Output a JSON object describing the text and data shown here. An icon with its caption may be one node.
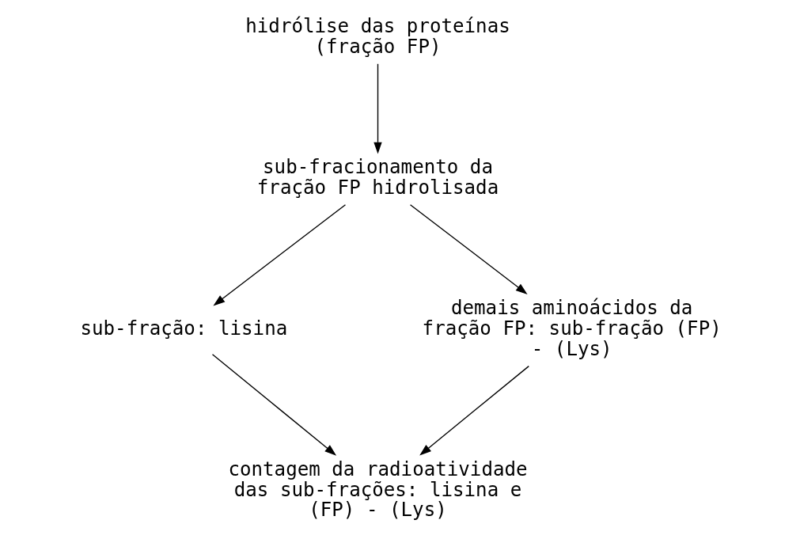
{
  "diagram": {
    "nodes": [
      {
        "text": [
          "hidrólise das proteínas (fração FP)"
        ]
      },
      {
        "text": [
          "sub-fracionamento da fração FP hidrolisada"
        ]
      },
      {
        "text": [
          "sub-fração: lisina"
        ]
      },
      {
        "text": [
          "demais aminoácidos da fração FP: sub-fração (FP) - (Lys)"
        ]
      },
      {
        "text": [
          "contagem da radioatividade das sub-frações: lisina e (FP) - (Lys)"
        ]
      }
    ],
    "edges": [
      {
        "from": 0,
        "to": 1,
        "arrow": "to"
      },
      {
        "from": 1,
        "to": 2,
        "arrow": "to"
      },
      {
        "from": 1,
        "to": 3,
        "arrow": "to"
      },
      {
        "from": 2,
        "to": 4,
        "arrow": "to"
      },
      {
        "from": 3,
        "to": 4,
        "arrow": "to"
      }
    ]
  }
}
